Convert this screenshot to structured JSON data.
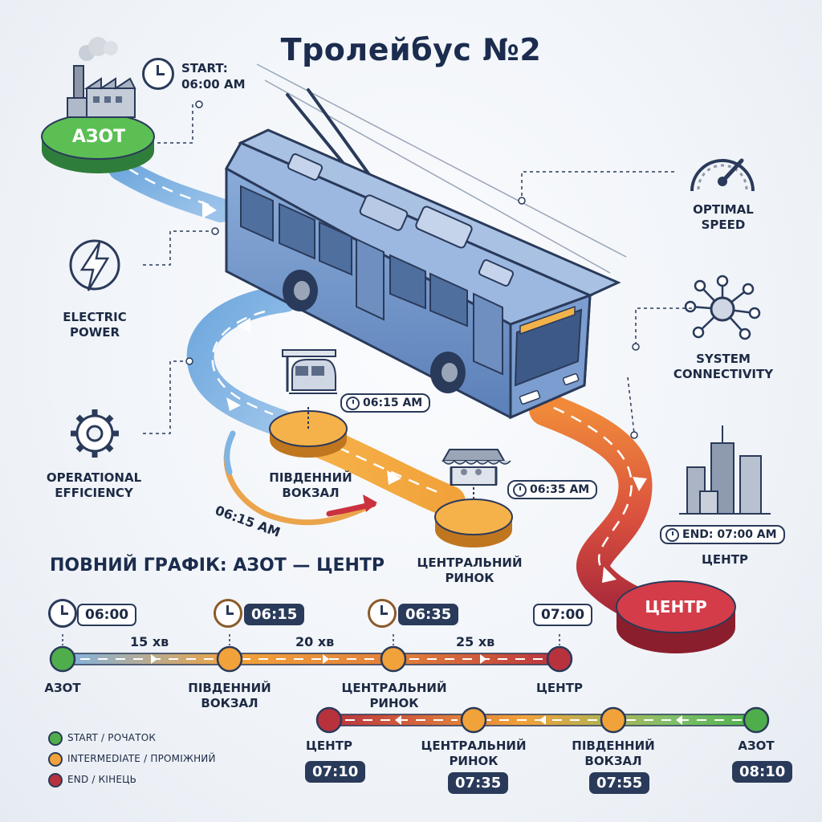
{
  "title": "Тролейбус №2",
  "start_label": "START:",
  "start_time": "06:00 AM",
  "colors": {
    "start": "#4fae4b",
    "intermediate": "#f2a23a",
    "end": "#b8323e",
    "route_blue": "#5a9bd6",
    "bus": "#6f93c8",
    "outline": "#2a3a5a"
  },
  "features": {
    "electric": {
      "icon": "lightning-icon",
      "line1": "ELECTRIC",
      "line2": "POWER"
    },
    "efficiency": {
      "icon": "gear-icon",
      "line1": "OPERATIONAL",
      "line2": "EFFICIENCY"
    },
    "speed": {
      "icon": "speedometer-icon",
      "line1": "OPTIMAL",
      "line2": "SPEED"
    },
    "connectivity": {
      "icon": "network-icon",
      "line1": "SYSTEM",
      "line2": "CONNECTIVITY"
    }
  },
  "map_stops": {
    "azot": {
      "name": "АЗОТ"
    },
    "vokzal": {
      "line1": "ПІВДЕННИЙ",
      "line2": "ВОКЗАЛ",
      "time": "06:15 AM",
      "path_time": "06:15 AM"
    },
    "rynok": {
      "line1": "ЦЕНТРАЛЬНИЙ",
      "line2": "РИНОК",
      "time": "06:35 AM"
    },
    "tsentr": {
      "name": "ЦЕНТР",
      "end_time": "END: 07:00 AM",
      "label": "ЦЕНТР"
    }
  },
  "schedule": {
    "title": "ПОВНИЙ ГРАФІК: АЗОТ — ЦЕНТР",
    "outbound": [
      {
        "time": "06:00",
        "line1": "АЗОТ",
        "line2": ""
      },
      {
        "time": "06:15",
        "line1": "ПІВДЕННИЙ",
        "line2": "ВОКЗАЛ"
      },
      {
        "time": "06:35",
        "line1": "ЦЕНТРАЛЬНИЙ",
        "line2": "РИНОК"
      },
      {
        "time": "07:00",
        "line1": "ЦЕНТР",
        "line2": ""
      }
    ],
    "durations": [
      "15 хв",
      "20 хв",
      "25 хв"
    ],
    "return": [
      {
        "time": "07:10",
        "line1": "ЦЕНТР",
        "line2": ""
      },
      {
        "time": "07:35",
        "line1": "ЦЕНТРАЛЬНИЙ",
        "line2": "РИНОК"
      },
      {
        "time": "07:55",
        "line1": "ПІВДЕННИЙ",
        "line2": "ВОКЗАЛ"
      },
      {
        "time": "08:10",
        "line1": "АЗОТ",
        "line2": ""
      }
    ]
  },
  "legend": [
    {
      "label": "START / РОЧАТОК",
      "kind": "start"
    },
    {
      "label": "INTERMEDIATE / ПРОМІЖНИЙ",
      "kind": "intermediate"
    },
    {
      "label": "END / КІНЕЦЬ",
      "kind": "end"
    }
  ]
}
